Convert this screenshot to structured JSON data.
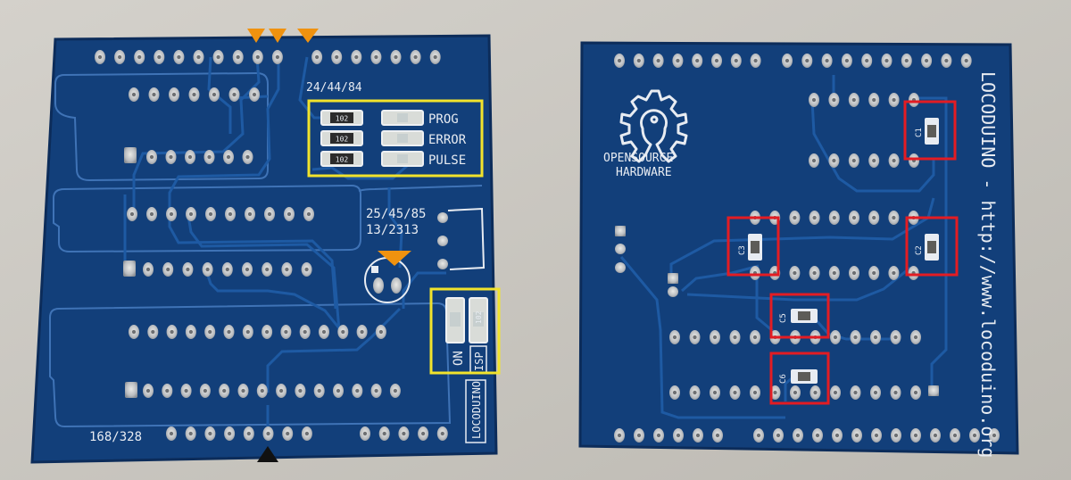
{
  "left_board": {
    "labels": {
      "attiny_24_44_84": "24/44/84",
      "led_prog": "PROG",
      "led_error": "ERROR",
      "led_pulse": "PULSE",
      "attiny_25_45_85": "25/45/85",
      "attiny_13_2313": "13/2313",
      "atmega_168_328": "168/328",
      "led_on": "ON",
      "jumper_isp": "ISP",
      "brand_vertical": "LOCODUINO",
      "resistor_code": "102"
    },
    "highlights": {
      "yellow_box_color": "#f1e32c",
      "orange_marker_color": "#f0920f",
      "black_marker_color": "#111111"
    }
  },
  "right_board": {
    "labels": {
      "logo_line1": "OPENSOURCE",
      "logo_line2": "HARDWARE",
      "vertical_text": "LOCODUINO - http://www.locoduino.org",
      "cap_c1": "C1",
      "cap_c2": "C2",
      "cap_c3": "C3",
      "cap_c5": "C5",
      "cap_c6": "C6"
    },
    "highlights": {
      "red_box_color": "#e31c23"
    }
  },
  "colors": {
    "pcb_blue": "#123f7a",
    "trace_blue": "#1e5aa3",
    "silkscreen": "#e8ecf2",
    "pad_metal": "#b9bcc0",
    "background": "#c9c6c0"
  }
}
